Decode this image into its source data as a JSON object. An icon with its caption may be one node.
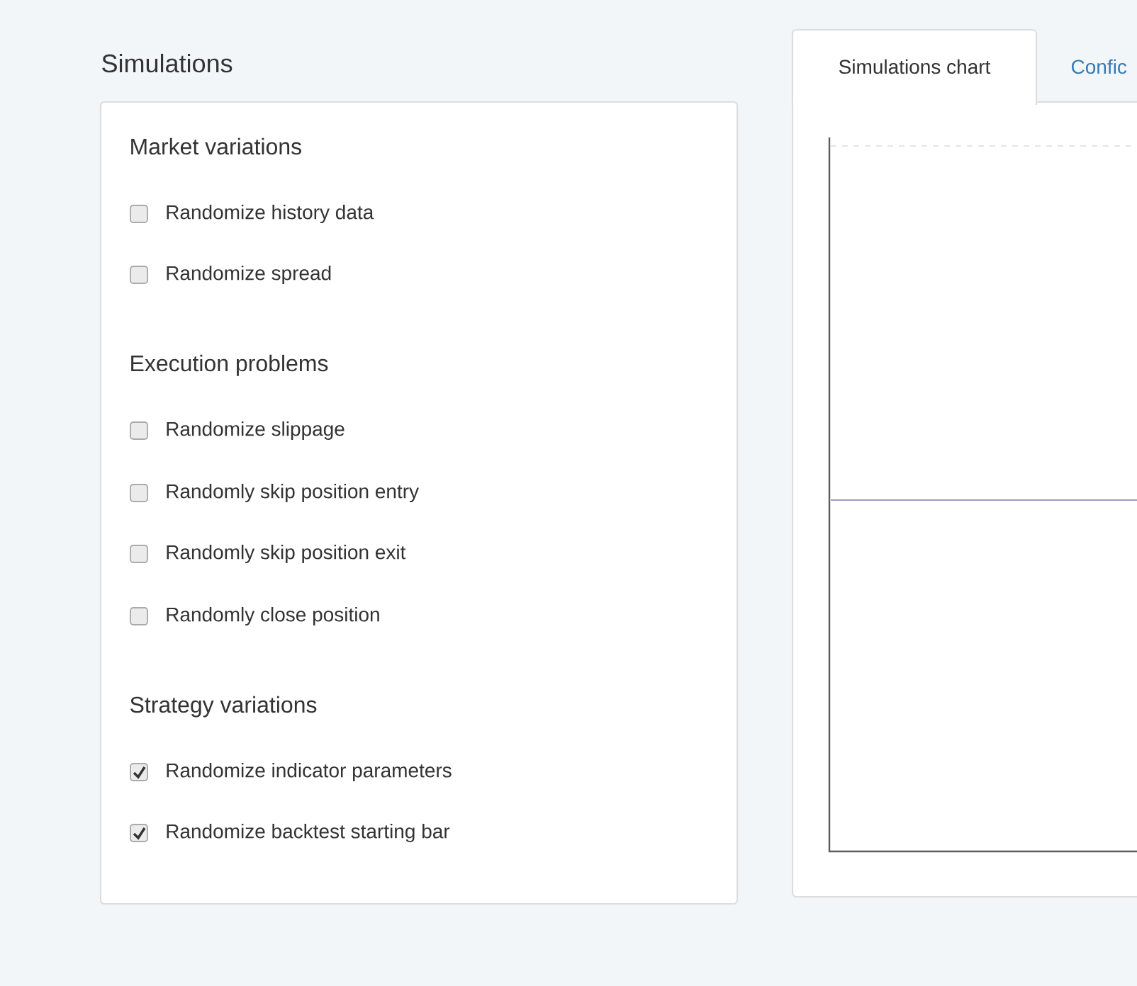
{
  "diagram": {
    "title": "Simulations",
    "nodes": [
      {
        "text": [],
        "shape": "box"
      },
      {
        "text": [],
        "shape": "box",
        "beside": [
          "Randomize history data"
        ],
        "in": 0
      },
      {
        "text": [],
        "shape": "box",
        "beside": [
          "Randomize spread"
        ],
        "in": 0
      },
      {
        "text": [],
        "shape": "box",
        "beside": [
          "Randomize slippage"
        ],
        "in": 0
      },
      {
        "text": [],
        "shape": "box",
        "beside": [
          "Randomly skip position entry"
        ],
        "in": 0
      },
      {
        "text": [],
        "shape": "box",
        "beside": [
          "Randomly skip position exit"
        ],
        "in": 0
      },
      {
        "text": [],
        "shape": "box",
        "beside": [
          "Randomly close position"
        ],
        "in": 0
      },
      {
        "text": [],
        "shape": "checkmark",
        "beside": [
          "Randomize indicator parameters"
        ],
        "in": 0
      },
      {
        "text": [],
        "shape": "checkmark",
        "beside": [
          "Randomize backtest starting bar"
        ],
        "in": 0
      },
      {
        "text": [],
        "shape": "box"
      },
      {
        "text": [
          "Simulations chart"
        ]
      },
      {
        "text": [
          "Confic"
        ]
      }
    ],
    "labels": [
      "Market variations",
      "Execution problems",
      "Strategy variations"
    ]
  }
}
